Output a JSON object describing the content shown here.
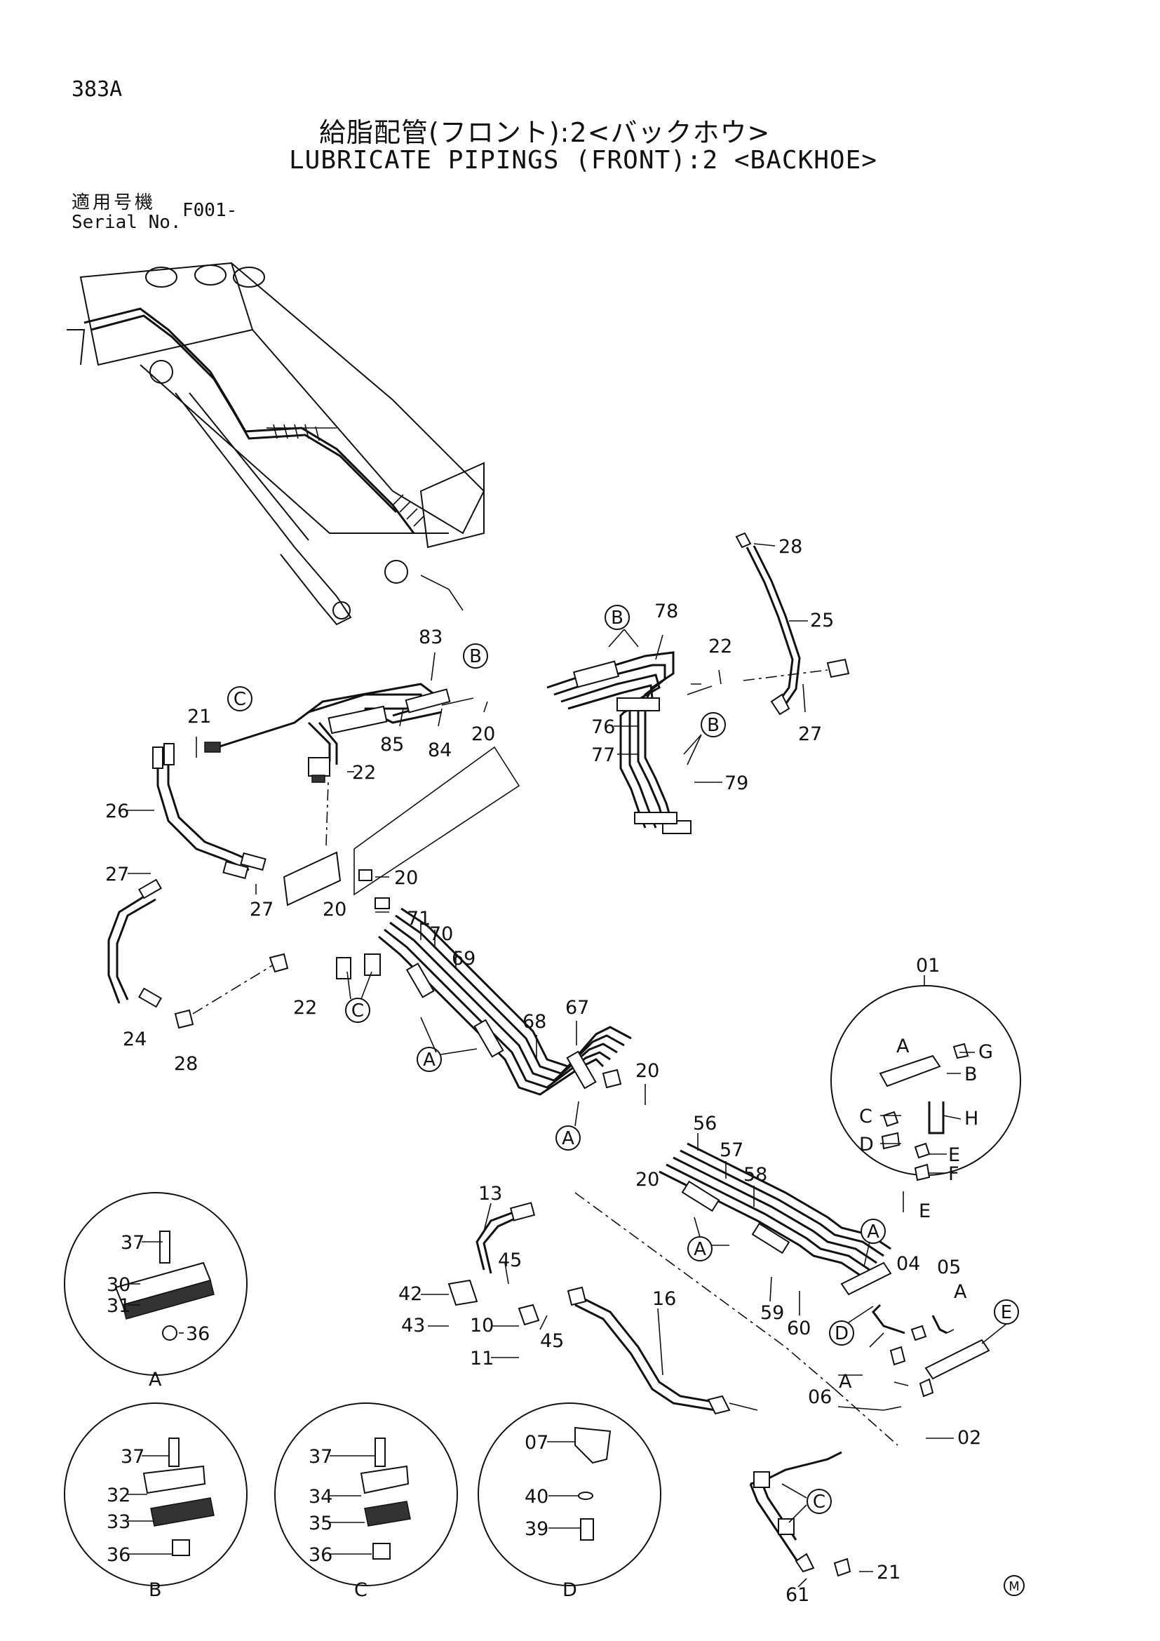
{
  "header": {
    "page_id": "383A",
    "title_jp": "給脂配管(フロント):2<バックホウ>",
    "title_en": "LUBRICATE PIPINGS (FRONT):2 <BACKHOE>",
    "serial_label_jp": "適用号機",
    "serial_label_en": "Serial No.",
    "serial_value": "F001-"
  },
  "callouts": {
    "c01": "01",
    "c02": "02",
    "c04": "04",
    "c05": "05",
    "c06": "06",
    "c07": "07",
    "c10": "10",
    "c11": "11",
    "c13": "13",
    "c16": "16",
    "c20": "20",
    "c21": "21",
    "c22": "22",
    "c24": "24",
    "c25": "25",
    "c26": "26",
    "c27": "27",
    "c28": "28",
    "c30": "30",
    "c31": "31",
    "c32": "32",
    "c33": "33",
    "c34": "34",
    "c35": "35",
    "c36": "36",
    "c37": "37",
    "c39": "39",
    "c40": "40",
    "c42": "42",
    "c43": "43",
    "c45": "45",
    "c56": "56",
    "c57": "57",
    "c58": "58",
    "c59": "59",
    "c60": "60",
    "c61": "61",
    "c67": "67",
    "c68": "68",
    "c69": "69",
    "c70": "70",
    "c71": "71",
    "c76": "76",
    "c77": "77",
    "c78": "78",
    "c79": "79",
    "c83": "83",
    "c84": "84",
    "c85": "85"
  },
  "letters": {
    "A": "A",
    "B": "B",
    "C": "C",
    "D": "D",
    "E": "E",
    "F": "F",
    "G": "G",
    "H": "H"
  },
  "footer": {
    "mark": "M"
  }
}
